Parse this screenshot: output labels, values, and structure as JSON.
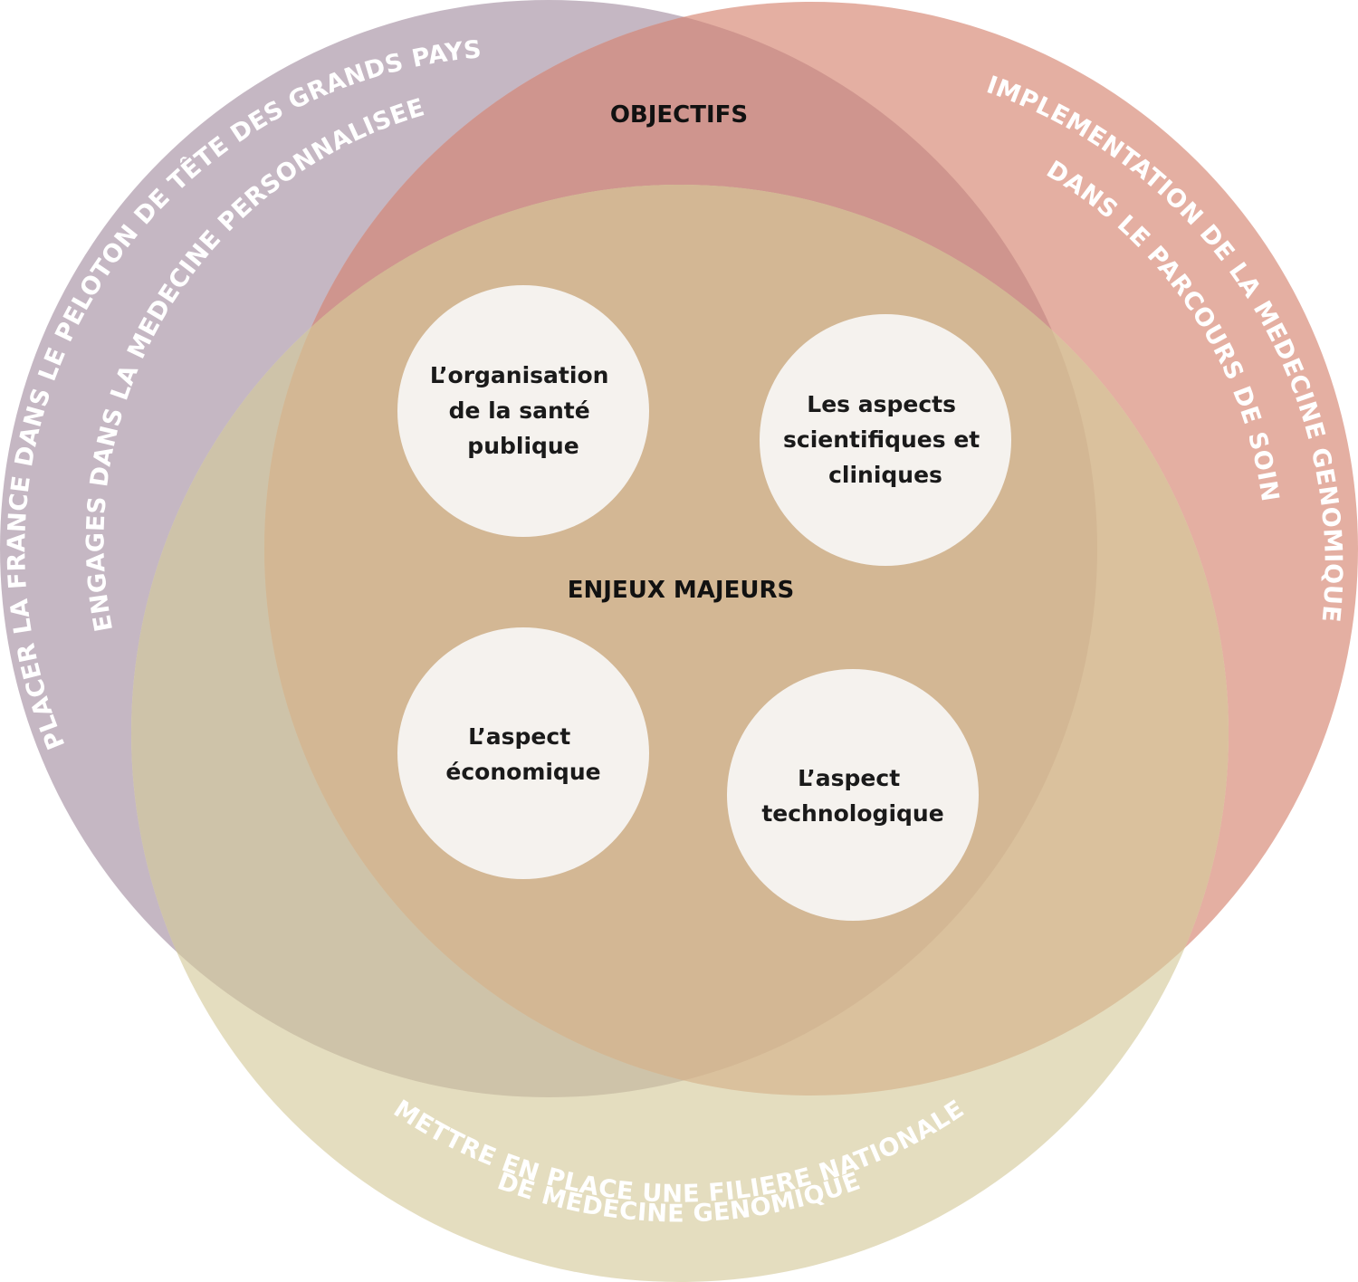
{
  "colors": {
    "purple": "#c5b7c3",
    "red": "#e4afa2",
    "yellow": "#e4ddbf",
    "purple_red": "#cf958e",
    "purple_yellow": "#cec3a9",
    "red_yellow": "#dac19d",
    "all_three": "#d3b794",
    "bubble": "#f5f2ee",
    "arc_text": "#ffffff",
    "title_text": "#111111"
  },
  "outer_circles": {
    "purple": {
      "lines": [
        "PLACER LA FRANCE DANS LE PELOTON DE TÊTE DES GRANDS PAYS",
        "ENGAGES DANS LA MEDECINE PERSONNALISEE"
      ]
    },
    "red": {
      "lines": [
        "IMPLEMENTATION DE LA MEDECINE GENOMIQUE",
        "DANS LE PARCOURS DE SOIN"
      ]
    },
    "yellow": {
      "lines": [
        "METTRE EN PLACE UNE FILIERE NATIONALE",
        "DE MEDECINE GENOMIQUE"
      ]
    }
  },
  "labels": {
    "objectifs": "OBJECTIFS",
    "enjeux": "ENJEUX MAJEURS"
  },
  "bubbles": [
    {
      "lines": [
        "L’organisation",
        "de la santé",
        "publique"
      ]
    },
    {
      "lines": [
        "Les aspects",
        "scientifiques et",
        "cliniques"
      ]
    },
    {
      "lines": [
        "L’aspect",
        "économique"
      ]
    },
    {
      "lines": [
        "L’aspect",
        "technologique"
      ]
    }
  ]
}
